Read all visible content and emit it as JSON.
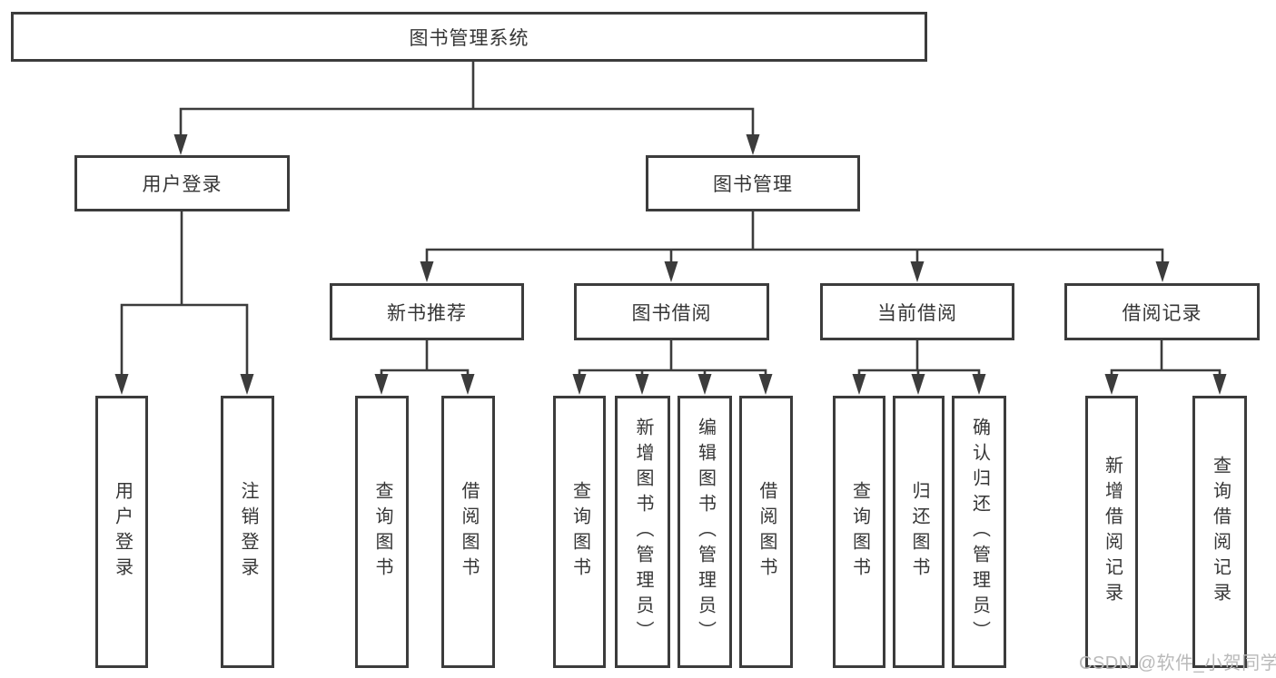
{
  "diagram_title": "图书管理系统",
  "tree": {
    "label": "图书管理系统",
    "children": [
      {
        "label": "用户登录",
        "children": [
          {
            "label": "用户登录"
          },
          {
            "label": "注销登录"
          }
        ]
      },
      {
        "label": "图书管理",
        "children": [
          {
            "label": "新书推荐",
            "children": [
              {
                "label": "查询图书"
              },
              {
                "label": "借阅图书"
              }
            ]
          },
          {
            "label": "图书借阅",
            "children": [
              {
                "label": "查询图书"
              },
              {
                "label": "新增图书（管理员）"
              },
              {
                "label": "编辑图书（管理员）"
              },
              {
                "label": "借阅图书"
              }
            ]
          },
          {
            "label": "当前借阅",
            "children": [
              {
                "label": "查询图书"
              },
              {
                "label": "归还图书"
              },
              {
                "label": "确认归还（管理员）"
              }
            ]
          },
          {
            "label": "借阅记录",
            "children": [
              {
                "label": "新增借阅记录"
              },
              {
                "label": "查询借阅记录"
              }
            ]
          }
        ]
      }
    ]
  },
  "watermark": "CSDN @软件_小贺同学",
  "colors": {
    "line": "#3c3c3c",
    "text": "#363636",
    "watermark_gray": "#b9b9b9",
    "background": "#ffffff"
  }
}
